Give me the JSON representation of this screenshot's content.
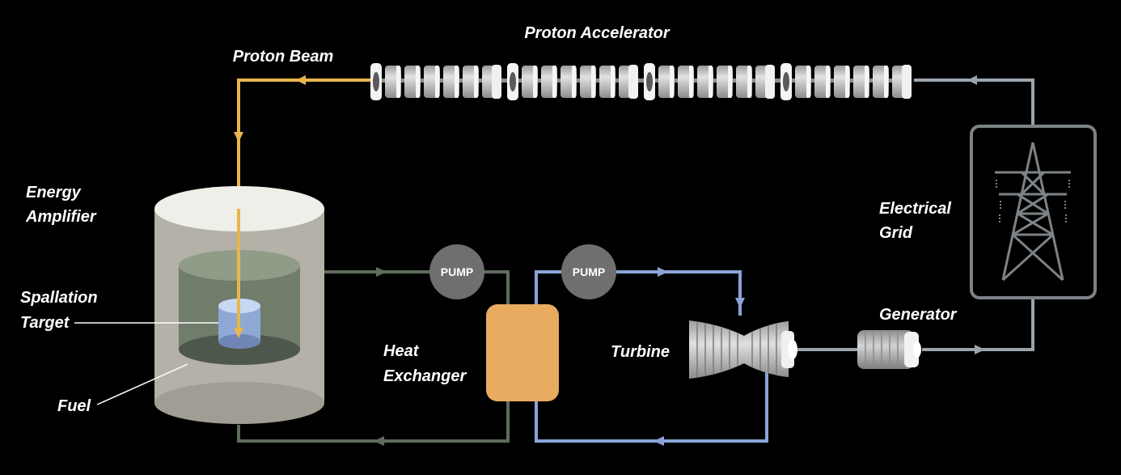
{
  "labels": {
    "proton_accelerator": "Proton Accelerator",
    "proton_beam": "Proton Beam",
    "energy_amplifier_line1": "Energy",
    "energy_amplifier_line2": "Amplifier",
    "spallation_line1": "Spallation",
    "spallation_line2": "Target",
    "fuel": "Fuel",
    "heat_exchanger_line1": "Heat",
    "heat_exchanger_line2": "Exchanger",
    "turbine": "Turbine",
    "generator": "Generator",
    "electrical_grid_line1": "Electrical",
    "electrical_grid_line2": "Grid",
    "pump_primary": "PUMP",
    "pump_secondary": "PUMP"
  },
  "colors": {
    "background": "#000000",
    "proton_beam": "#e8b64c",
    "primary_loop": "#5f6d5c",
    "secondary_loop": "#8aa3d8",
    "power_line": "#9aa3ab",
    "heat_exchanger": "#e8ab60",
    "pump": "#6f6f6f",
    "vessel": "#b4b1a8",
    "vessel_top": "#efefe9",
    "target": "#9ab7e8",
    "accelerator": "#c2c2c2",
    "tower_frame": "#7d8286"
  }
}
